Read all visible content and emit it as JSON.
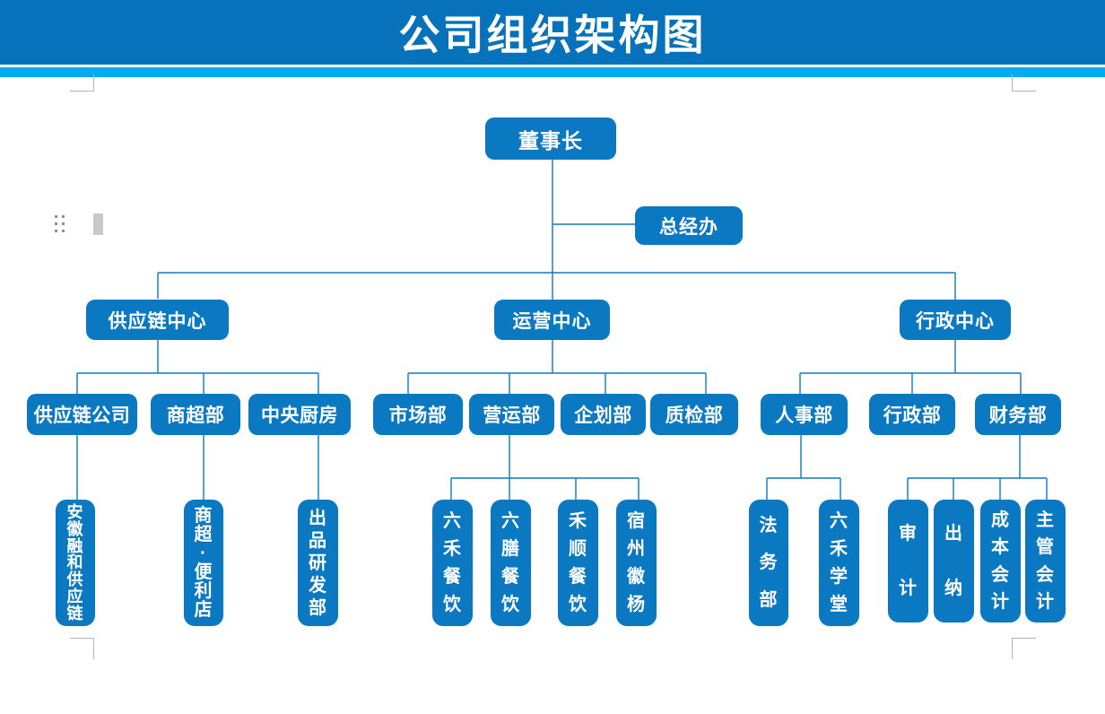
{
  "title": "公司组织架构图",
  "colors": {
    "header_bg": "#0772bc",
    "accent_strip": "#00aeef",
    "node_bg": "#0b79c2",
    "line": "#0b79c2",
    "boundary_mark": "#b3b3b3"
  },
  "icons": {
    "drag_handle": "six-dot-drag-handle"
  },
  "org": {
    "chairman": {
      "label": "董事长"
    },
    "gm_office": {
      "label": "总经办"
    },
    "centers": [
      {
        "label": "供应链中心",
        "children": [
          {
            "label": "供应链公司",
            "children": [
              {
                "label": "安徽融和供应链"
              }
            ]
          },
          {
            "label": "商超部",
            "children": [
              {
                "label": "商超·便利店"
              }
            ]
          },
          {
            "label": "中央厨房",
            "children": [
              {
                "label": "出品研发部"
              }
            ]
          }
        ]
      },
      {
        "label": "运营中心",
        "children": [
          {
            "label": "市场部",
            "children": []
          },
          {
            "label": "营运部",
            "children": [
              {
                "label": "六禾餐饮"
              },
              {
                "label": "六膳餐饮"
              },
              {
                "label": "禾顺餐饮"
              },
              {
                "label": "宿州徽杨"
              }
            ]
          },
          {
            "label": "企划部",
            "children": []
          },
          {
            "label": "质检部",
            "children": []
          }
        ]
      },
      {
        "label": "行政中心",
        "children": [
          {
            "label": "人事部",
            "children": [
              {
                "label": "法务部"
              },
              {
                "label": "六禾学堂"
              }
            ]
          },
          {
            "label": "行政部",
            "children": []
          },
          {
            "label": "财务部",
            "children": [
              {
                "label": "审计"
              },
              {
                "label": "出纳"
              },
              {
                "label": "成本会计"
              },
              {
                "label": "主管会计"
              }
            ]
          }
        ]
      }
    ]
  }
}
